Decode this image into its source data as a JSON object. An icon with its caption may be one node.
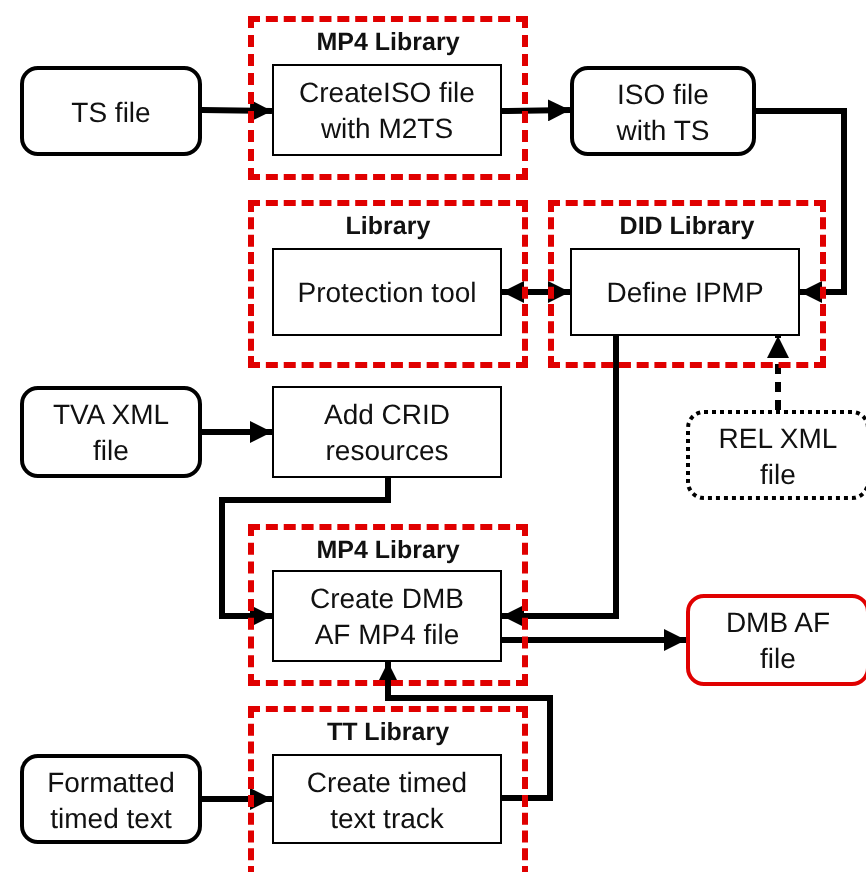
{
  "diagram": {
    "nodes": [
      {
        "text": [
          "TS file"
        ]
      },
      {
        "text": [
          "MP4 Library"
        ]
      },
      {
        "text": [
          "CreateISO file with M2TS"
        ],
        "in": 1
      },
      {
        "text": [
          "ISO file with TS"
        ]
      },
      {
        "text": [
          "Library"
        ]
      },
      {
        "text": [
          "Protection tool"
        ],
        "in": 4
      },
      {
        "text": [
          "DID Library"
        ]
      },
      {
        "text": [
          "Define IPMP"
        ],
        "in": 6
      },
      {
        "text": [
          "TVA XML file"
        ]
      },
      {
        "text": [
          "Add CRID resources"
        ]
      },
      {
        "text": [
          "REL XML file"
        ]
      },
      {
        "text": [
          "MP4 Library"
        ]
      },
      {
        "text": [
          "Create DMB AF MP4 file"
        ],
        "in": 11
      },
      {
        "text": [
          "DMB AF file"
        ]
      },
      {
        "text": [
          "TT Library"
        ]
      },
      {
        "text": [
          "Create timed text track"
        ],
        "in": 14
      },
      {
        "text": [
          "Formatted timed text"
        ]
      }
    ],
    "edges": [
      {
        "from": 0,
        "to": 2,
        "arrow": "to"
      },
      {
        "from": 2,
        "to": 3,
        "arrow": "to"
      },
      {
        "from": 3,
        "to": 7,
        "arrow": "to"
      },
      {
        "from": 5,
        "to": 7,
        "arrow": "both"
      },
      {
        "from": 10,
        "to": 7,
        "arrow": "to",
        "style": "dashed"
      },
      {
        "from": 8,
        "to": 9,
        "arrow": "to"
      },
      {
        "from": 9,
        "to": 12,
        "arrow": "to"
      },
      {
        "from": 7,
        "to": 12,
        "arrow": "to"
      },
      {
        "from": 12,
        "to": 13,
        "arrow": "to"
      },
      {
        "from": 16,
        "to": 15,
        "arrow": "to"
      },
      {
        "from": 15,
        "to": 12,
        "arrow": "to"
      }
    ]
  }
}
